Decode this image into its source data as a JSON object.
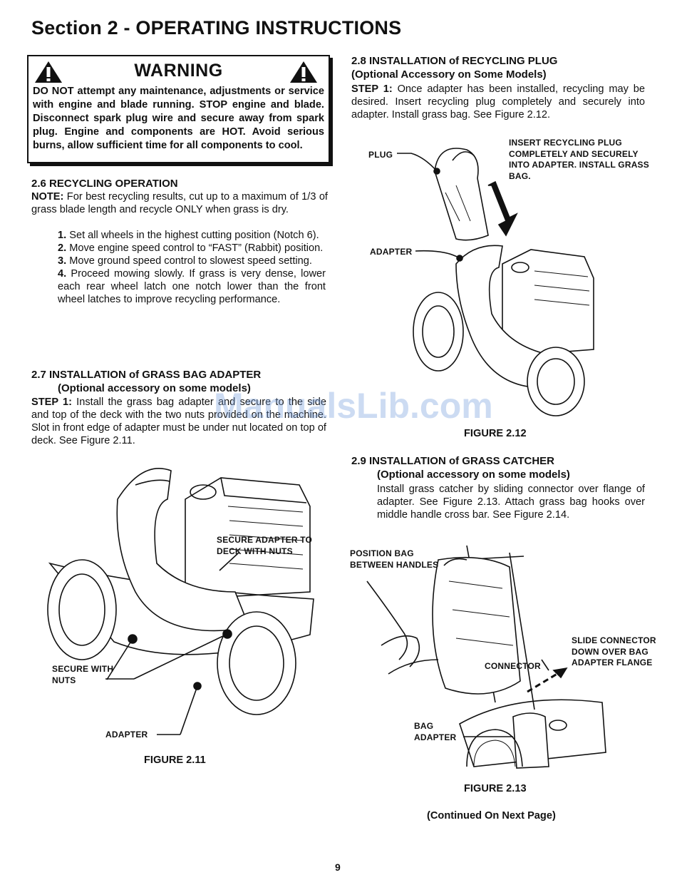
{
  "page_title": "Section 2 - OPERATING INSTRUCTIONS",
  "warning": {
    "title": "WARNING",
    "icon": "warning-triangle-icon",
    "text": "DO NOT attempt any maintenance, adjustments or service with engine and blade running. STOP engine and blade. Disconnect spark plug wire and secure away from spark plug. Engine and components are HOT. Avoid serious burns, allow sufficient time for all components to cool."
  },
  "s26": {
    "heading": "2.6  RECYCLING OPERATION",
    "note_label": "NOTE:",
    "note": " For best recycling results, cut up to a maximum of 1/3 of grass blade length and recycle ONLY when grass is dry.",
    "steps": [
      {
        "num": "1.",
        "text": " Set all wheels in the highest cutting position (Notch 6)."
      },
      {
        "num": "2.",
        "text": " Move engine speed control to “FAST” (Rabbit) position."
      },
      {
        "num": "3.",
        "text": " Move ground speed control to slowest speed setting."
      },
      {
        "num": "4.",
        "text": " Proceed mowing slowly. If grass is very dense, lower each rear wheel latch one notch lower than the front wheel latches to improve recycling performance."
      }
    ]
  },
  "s27": {
    "heading": "2.7  INSTALLATION of GRASS BAG ADAPTER",
    "subheading": "(Optional accessory on some models)",
    "step_label": "STEP 1:",
    "step_text": " Install the grass bag adapter and secure to the side and top of the deck with the two nuts provided on the machine. Slot in front edge of adapter must be under nut located on top of deck. See Figure 2.11."
  },
  "fig211": {
    "label_secure_adapter": "SECURE ADAPTER TO DECK WITH NUTS",
    "label_secure_nuts": "SECURE WITH NUTS",
    "label_adapter": "ADAPTER",
    "caption": "FIGURE 2.11"
  },
  "s28": {
    "heading": "2.8  INSTALLATION of RECYCLING PLUG",
    "subheading": "(Optional Accessory on Some Models)",
    "step_label": "STEP 1:",
    "step_text": " Once adapter has been installed, recycling may be desired. Insert recycling plug completely and securely into adapter. Install grass bag. See Figure 2.12."
  },
  "fig212": {
    "label_plug": "PLUG",
    "label_insert": "INSERT RECYCLING PLUG COMPLETELY AND SECURELY INTO ADAPTER. INSTALL GRASS BAG.",
    "label_adapter": "ADAPTER",
    "caption": "FIGURE 2.12"
  },
  "s29": {
    "heading": "2.9  INSTALLATION of GRASS CATCHER",
    "subheading": "(Optional accessory on some models)",
    "text": "Install grass catcher by sliding connector over flange of adapter. See Figure 2.13. Attach grass bag hooks over middle handle cross bar. See Figure 2.14."
  },
  "fig213": {
    "label_position": "POSITION BAG BETWEEN HANDLES",
    "label_connector": "CONNECTOR",
    "label_slide": "SLIDE CONNECTOR DOWN OVER BAG ADAPTER FLANGE",
    "label_bag_adapter": "BAG ADAPTER",
    "caption": "FIGURE 2.13"
  },
  "continued": "(Continued On Next Page)",
  "page_number": "9",
  "watermark": "ManualsLib.com"
}
